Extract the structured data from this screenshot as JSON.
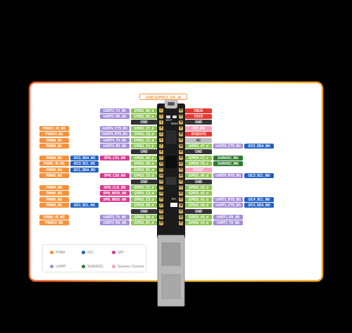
{
  "diagram": {
    "nodes": [
      {
        "text": [
          "LED (GPIO3_C6_d)"
        ]
      },
      {
        "text": [
          "UART2_TX_M1"
        ]
      },
      {
        "text": [
          "GPIO1_B2_d"
        ]
      },
      {
        "text": [
          "VBUS"
        ]
      },
      {
        "text": [
          "UART2_RX_M1"
        ]
      },
      {
        "text": [
          "GPIO1_B3_u"
        ]
      },
      {
        "text": [
          "VSYS"
        ]
      },
      {
        "text": [
          "GND"
        ]
      },
      {
        "text": [
          "GND"
        ]
      },
      {
        "text": [
          "PWM11_IR_M1"
        ]
      },
      {
        "text": [
          "UART4_CTS_M1"
        ]
      },
      {
        "text": [
          "GPIO1_C7_d"
        ]
      },
      {
        "text": [
          "3V3_EN"
        ]
      },
      {
        "text": [
          "PWM10_M1"
        ]
      },
      {
        "text": [
          "UART4_RTS_M1"
        ]
      },
      {
        "text": [
          "GPIO1_C6_d"
        ]
      },
      {
        "text": [
          "3V3(OUT)"
        ]
      },
      {
        "text": [
          "PWM9_M1"
        ]
      },
      {
        "text": [
          "UART4_TX_M1"
        ]
      },
      {
        "text": [
          "GPIO1_C5_d"
        ]
      },
      {
        "text": [
          "NC"
        ]
      },
      {
        "text": [
          "PWM8_M1"
        ]
      },
      {
        "text": [
          "UART4_RX_M1"
        ]
      },
      {
        "text": [
          "GPIO1_C4_d"
        ]
      },
      {
        "text": [
          "GPIO1_A7_d"
        ]
      },
      {
        "text": [
          "UART0_CTS_M1"
        ]
      },
      {
        "text": [
          "I2C3_SDA_M0"
        ]
      },
      {
        "text": [
          "GND"
        ]
      },
      {
        "text": [
          "GND"
        ]
      },
      {
        "text": [
          "PWM0_M1"
        ]
      },
      {
        "text": [
          "I2C3_SDA_M1"
        ]
      },
      {
        "text": [
          "SPI0_CS1_M0"
        ]
      },
      {
        "text": [
          "GPIO1_D2_d"
        ]
      },
      {
        "text": [
          "GPIO4_C1_z"
        ]
      },
      {
        "text": [
          "SARADC_IN1"
        ]
      },
      {
        "text": [
          "PWM1_IR_M1"
        ]
      },
      {
        "text": [
          "I2C3_SCL_M1"
        ]
      },
      {
        "text": [
          "GPIO1_D3_d"
        ]
      },
      {
        "text": [
          "GPIO4_C0_z"
        ]
      },
      {
        "text": [
          "SARADC_IN0"
        ]
      },
      {
        "text": [
          "PWM6_M1"
        ]
      },
      {
        "text": [
          "I2C1_SDA_M1"
        ]
      },
      {
        "text": [
          "GPIO2_B1_d"
        ]
      },
      {
        "text": [
          "RESET"
        ]
      },
      {
        "text": [
          "PWM2_M2"
        ]
      },
      {
        "text": [
          "SPI0_CS0_M0"
        ]
      },
      {
        "text": [
          "GPIO1_C0_d"
        ]
      },
      {
        "text": [
          "GPIO1_A6_d"
        ]
      },
      {
        "text": [
          "UART0_RTS_M1"
        ]
      },
      {
        "text": [
          "I2C3_SCL_M0"
        ]
      },
      {
        "text": [
          "GND"
        ]
      },
      {
        "text": [
          "GND"
        ]
      },
      {
        "text": [
          "PWM4_M2"
        ]
      },
      {
        "text": [
          "SPI0_CLK_M0"
        ]
      },
      {
        "text": [
          "GPIO1_C1_d"
        ]
      },
      {
        "text": [
          "GPIO2_A3_d"
        ]
      },
      {
        "text": [
          "PWM5_M2"
        ]
      },
      {
        "text": [
          "SPI0_MOSI_M0"
        ]
      },
      {
        "text": [
          "GPIO1_C2_d"
        ]
      },
      {
        "text": [
          "GPIO2_A2_d"
        ]
      },
      {
        "text": [
          "PWM6_M2"
        ]
      },
      {
        "text": [
          "SPI0_MISO_M0"
        ]
      },
      {
        "text": [
          "GPIO1_C3_d"
        ]
      },
      {
        "text": [
          "GPIO2_A1_d"
        ]
      },
      {
        "text": [
          "UART1_RTS_M1"
        ]
      },
      {
        "text": [
          "I2C4_SCL_M0"
        ]
      },
      {
        "text": [
          "PWM5_M1"
        ]
      },
      {
        "text": [
          "I2C1_SCL_M1"
        ]
      },
      {
        "text": [
          "GPIO2_B0_d"
        ]
      },
      {
        "text": [
          "GPIO2_A0_d"
        ]
      },
      {
        "text": [
          "UART1_CTS_M1"
        ]
      },
      {
        "text": [
          "I2C4_SDA_M0"
        ]
      },
      {
        "text": [
          "GND"
        ]
      },
      {
        "text": [
          "GND"
        ]
      },
      {
        "text": [
          "PWM3_IR_M2"
        ]
      },
      {
        "text": [
          "UART3_TX_M1"
        ]
      },
      {
        "text": [
          "GPIO1_D0_d"
        ]
      },
      {
        "text": [
          "GPIO2_A5_d"
        ]
      },
      {
        "text": [
          "UART1_RX_M1"
        ]
      },
      {
        "text": [
          "PWM10_M2"
        ]
      },
      {
        "text": [
          "UART3_RX_M1"
        ]
      },
      {
        "text": [
          "GPIO1_D1_d"
        ]
      },
      {
        "text": [
          "GPIO2_A4_d"
        ]
      },
      {
        "text": [
          "UART1_TX_M1"
        ]
      }
    ],
    "labels": [
      "1",
      "2",
      "3",
      "4",
      "5",
      "6",
      "7",
      "8",
      "9",
      "10",
      "11",
      "12",
      "13",
      "14",
      "15",
      "16",
      "17",
      "18",
      "19",
      "20",
      "40",
      "39",
      "38",
      "37",
      "36",
      "35",
      "34",
      "33",
      "32",
      "31",
      "30",
      "29",
      "28",
      "27",
      "26",
      "25",
      "24",
      "23",
      "22",
      "21",
      "BOOT",
      "RESET",
      "RTC"
    ],
    "legend": [
      {
        "text": "PWM",
        "color": "#f7923a"
      },
      {
        "text": "I2C",
        "color": "#2062c4"
      },
      {
        "text": "SPI",
        "color": "#d9398f"
      },
      {
        "text": "UART",
        "color": "#a38ed8"
      },
      {
        "text": "SARADC",
        "color": "#2e7d32"
      },
      {
        "text": "System Control",
        "color": "#f5a3bb"
      }
    ]
  }
}
